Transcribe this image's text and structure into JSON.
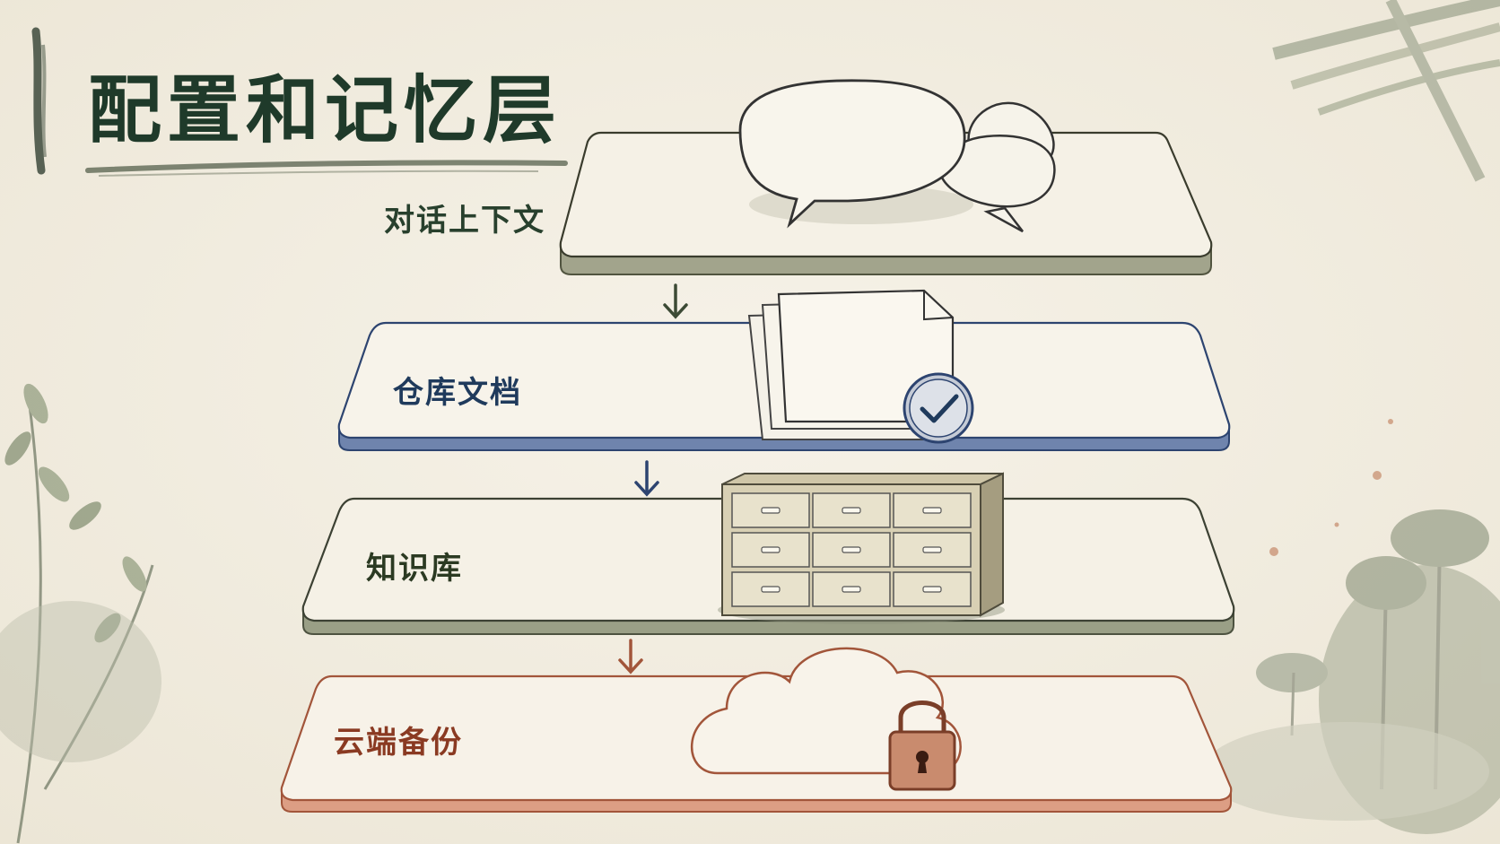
{
  "title": "配置和记忆层",
  "layers": [
    {
      "label": "对话上下文",
      "icon": "speech-bubbles-icon",
      "color": "#28402d"
    },
    {
      "label": "仓库文档",
      "icon": "documents-check-icon",
      "color": "#1f3a5c"
    },
    {
      "label": "知识库",
      "icon": "filing-cabinet-icon",
      "color": "#2b3a22"
    },
    {
      "label": "云端备份",
      "icon": "cloud-lock-icon",
      "color": "#8a3a22"
    }
  ],
  "colors": {
    "background": "#f3efe4",
    "title": "#1f3a2a",
    "layer_1_edge": "#8a8d74",
    "layer_2_edge": "#5b74a0",
    "layer_3_edge": "#7c8468",
    "layer_4_edge": "#c97a5c"
  }
}
